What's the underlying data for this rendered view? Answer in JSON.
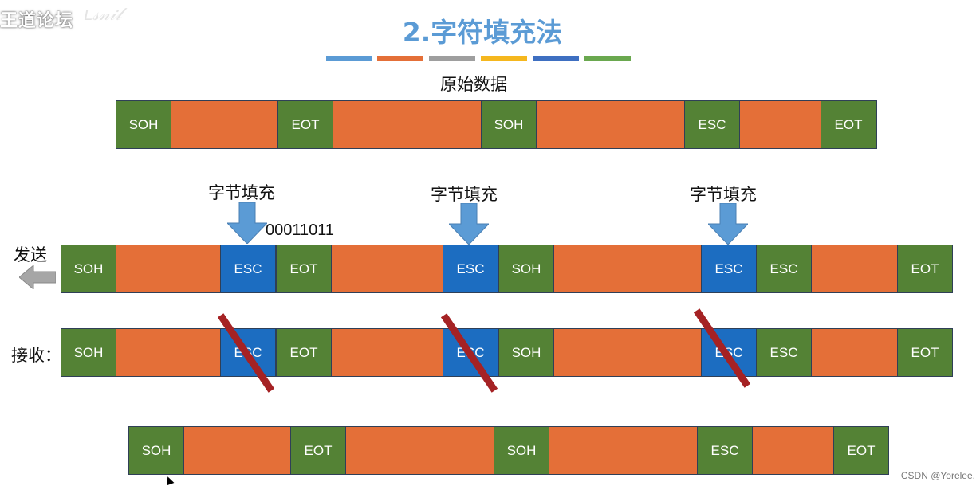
{
  "watermark": "王道论坛",
  "title": "2.字符填充法",
  "color_bar_colors": [
    "#5b9bd5",
    "#e46f38",
    "#9e9e9e",
    "#f5b71e",
    "#3e6fc1",
    "#6aa84f"
  ],
  "original_label": "原始数据",
  "original_row": [
    "SOH",
    "EOT",
    "SOH",
    "ESC",
    "EOT"
  ],
  "stuff_labels": [
    "字节填充",
    "字节填充",
    "字节填充"
  ],
  "esc_code": "00011011",
  "send_label": "发送",
  "receive_label": "接收：",
  "send_row": [
    "SOH",
    "ESC",
    "EOT",
    "ESC",
    "SOH",
    "ESC",
    "ESC",
    "EOT"
  ],
  "receive_row": [
    "SOH",
    "ESC",
    "EOT",
    "ESC",
    "SOH",
    "ESC",
    "ESC",
    "EOT"
  ],
  "final_row": [
    "SOH",
    "EOT",
    "SOH",
    "ESC",
    "EOT"
  ],
  "footer": "CSDN @Yorelee."
}
